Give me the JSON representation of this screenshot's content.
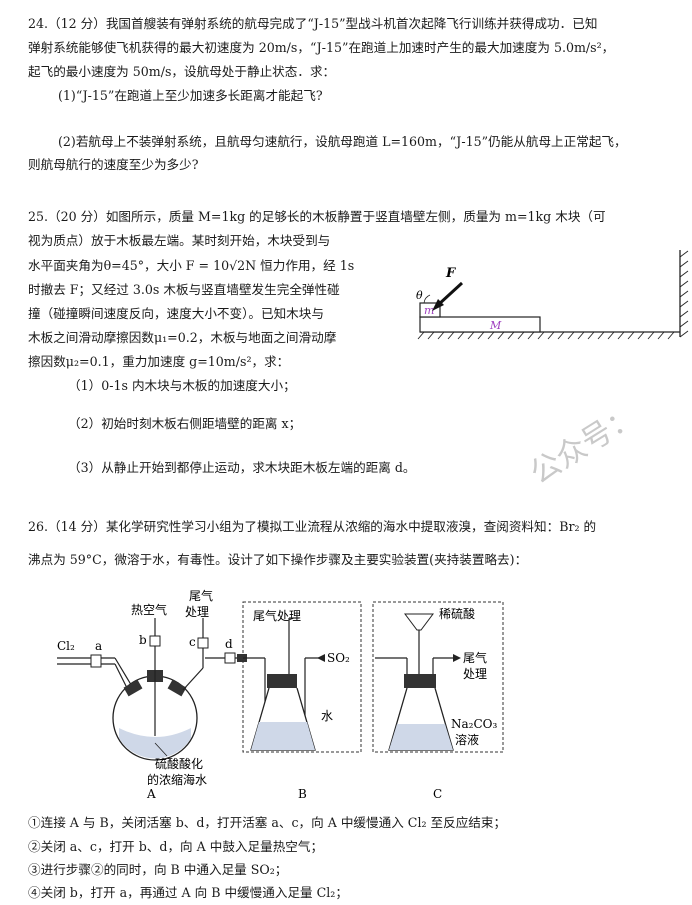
{
  "q24": {
    "line1": "24.（12 分）我国首艘装有弹射系统的航母完成了“J-15”型战斗机首次起降飞行训练并获得成功．已知",
    "line2": "弹射系统能够使飞机获得的最大初速度为 20m/s，“J-15”在跑道上加速时产生的最大加速度为 5.0m/s²，",
    "line3": "起飞的最小速度为 50m/s，设航母处于静止状态．求：",
    "sub1": "(1)“J-15”在跑道上至少加速多长距离才能起飞?",
    "sub2a": "(2)若航母上不装弹射系统，且航母匀速航行，设航母跑道 L=160m，“J-15”仍能从航母上正常起飞，",
    "sub2b": "则航母航行的速度至少为多少?"
  },
  "q25": {
    "line1": "25.（20 分）如图所示，质量 M=1kg 的足够长的木板静置于竖直墙壁左侧，质量为 m=1kg 木块（可",
    "line2": "视为质点）放于木板最左端。某时刻开始，木块受到与",
    "line3": "水平面夹角为θ=45°，大小 F = 10√2N 恒力作用，经 1s",
    "line4": "时撤去 F；又经过 3.0s 木板与竖直墙壁发生完全弹性碰",
    "line5": "撞（碰撞瞬间速度反向，速度大小不变）。已知木块与",
    "line6": "木板之间滑动摩擦因数μ₁=0.2，木板与地面之间滑动摩",
    "line7": "擦因数μ₂=0.1，重力加速度 g=10m/s²，求：",
    "sub1": "（1）0-1s 内木块与木板的加速度大小；",
    "sub2": "（2）初始时刻木板右侧距墙壁的距离 x；",
    "sub3": "（3）从静止开始到都停止运动，求木块距木板左端的距离 d。",
    "fig": {
      "F": "F",
      "theta": "θ",
      "m": "m",
      "M": "M"
    }
  },
  "q26": {
    "line1": "26.（14 分）某化学研究性学习小组为了模拟工业流程从浓缩的海水中提取液溴，查阅资料知：Br₂ 的",
    "line2": "沸点为 59°C，微溶于水，有毒性。设计了如下操作步骤及主要实验装置(夹持装置略去)：",
    "steps": [
      "①连接 A 与 B，关闭活塞 b、d，打开活塞 a、c，向 A 中缓慢通入 Cl₂ 至反应结束；",
      "②关闭 a、c，打开 b、d，向 A 中鼓入足量热空气；",
      "③进行步骤②的同时，向 B 中通入足量 SO₂；",
      "④关闭 b，打开 a，再通过 A 向 B 中缓慢通入足量 Cl₂；"
    ],
    "fig": {
      "hot_air": "热空气",
      "tail_gas": "尾气",
      "treat": "处理",
      "tail_treat": "尾气处理",
      "cl2": "Cl₂",
      "a": "a",
      "b": "b",
      "c": "c",
      "d": "d",
      "so2": "SO₂",
      "water": "水",
      "acidified1": "硫酸酸化",
      "acidified2": "的浓缩海水",
      "dilute_acid": "稀硫酸",
      "na2co3": "Na₂CO₃",
      "solution": "溶液",
      "A": "A",
      "B": "B",
      "C": "C"
    }
  },
  "watermark": "公众号："
}
